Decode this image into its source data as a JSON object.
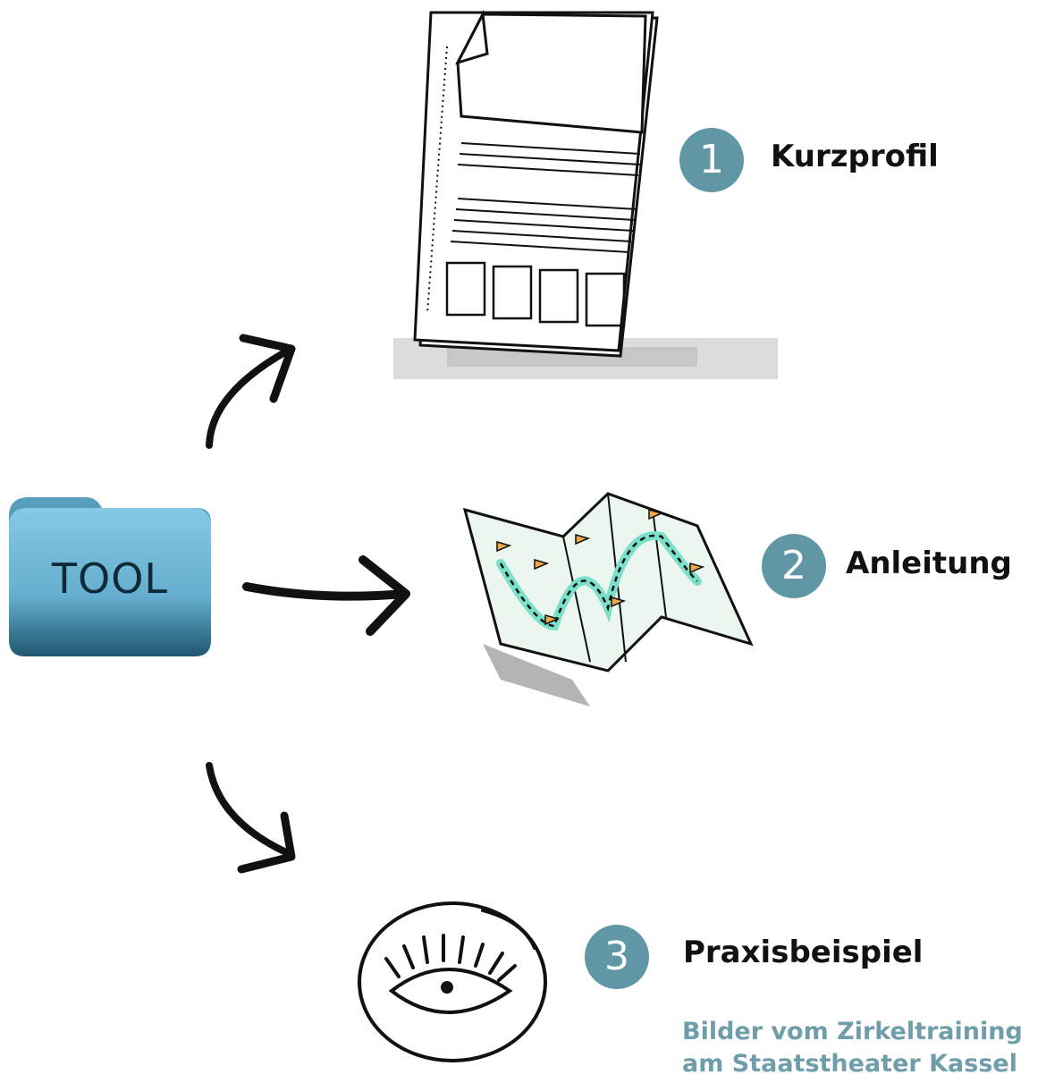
{
  "folder": {
    "label": "TOOL"
  },
  "steps": [
    {
      "number": "1",
      "title": "Kurzprofil",
      "icon": "document-icon"
    },
    {
      "number": "2",
      "title": "Anleitung",
      "icon": "map-icon"
    },
    {
      "number": "3",
      "title": "Praxisbeispiel",
      "icon": "eye-icon"
    }
  ],
  "caption": {
    "line1": "Bilder vom Zirkeltraining",
    "line2": "am Staatstheater Kassel"
  },
  "colors": {
    "badge": "#5f98a4",
    "caption": "#6f9eaa",
    "folder_top": "#7cc1e1",
    "folder_bottom": "#1e5570",
    "map_path": "#7be0c9"
  }
}
